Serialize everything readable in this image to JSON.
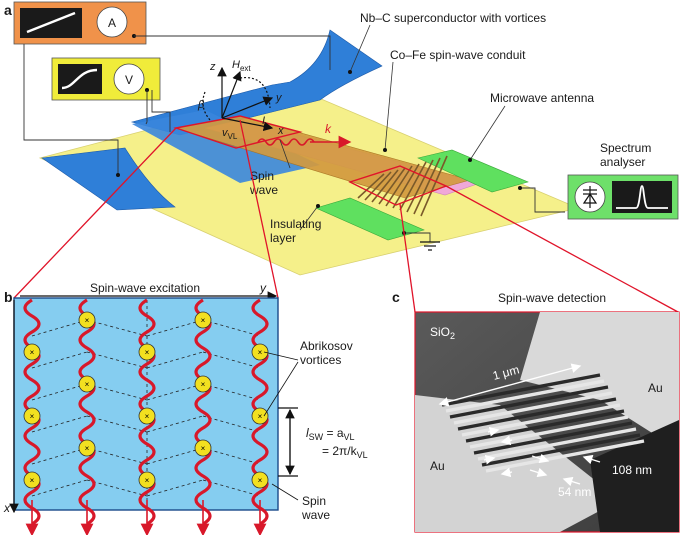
{
  "panel_a": {
    "label": "a",
    "ammeter": "A",
    "voltmeter": "V",
    "superconductor": "Nb–C superconductor with vortices",
    "conduit": "Co–Fe spin-wave conduit",
    "antenna": "Microwave antenna",
    "spectrum_l1": "Spectrum",
    "spectrum_l2": "analyser",
    "spin_l1": "Spin",
    "spin_l2": "wave",
    "insulating_l1": "Insulating",
    "insulating_l2": "layer",
    "axis_z": "z",
    "axis_y": "y",
    "axis_x": "x",
    "h": "H",
    "h_sub": "ext",
    "beta": "β",
    "current": "I",
    "v": "v",
    "v_sub": "VL",
    "k": "k"
  },
  "panel_b": {
    "label": "b",
    "title": "Spin-wave excitation",
    "axis_y": "y",
    "axis_x": "x",
    "vortices_l1": "Abrikosov",
    "vortices_l2": "vortices",
    "lsw_l": "l",
    "lsw_sub": "SW",
    "lsw_eq": " = a",
    "lsw_eq_sub": "VL",
    "lsw_2": "= 2π/k",
    "lsw_2_sub": "VL",
    "spin_l1": "Spin",
    "spin_l2": "wave"
  },
  "panel_c": {
    "label": "c",
    "title": "Spin-wave detection",
    "sio2": "SiO",
    "sio2_sub": "2",
    "au_right": "Au",
    "au_left": "Au",
    "scale": "1 μm",
    "pitch": "108 nm",
    "width": "54 nm"
  },
  "colors": {
    "substrate": "#f5f08a",
    "superconductor": "#2f7fd8",
    "conduit": "#d39a3f",
    "insulator": "#f0a8d8",
    "antenna": "#5fe05f",
    "panel_b_bg": "#85cdf0",
    "spin_wave": "#d8182a",
    "vortex": "#f2e020",
    "ammeter_box": "#f0924a",
    "voltmeter_box": "#f0ec3a",
    "analyser_box": "#6ee06a",
    "outline_red": "#e0142a"
  }
}
